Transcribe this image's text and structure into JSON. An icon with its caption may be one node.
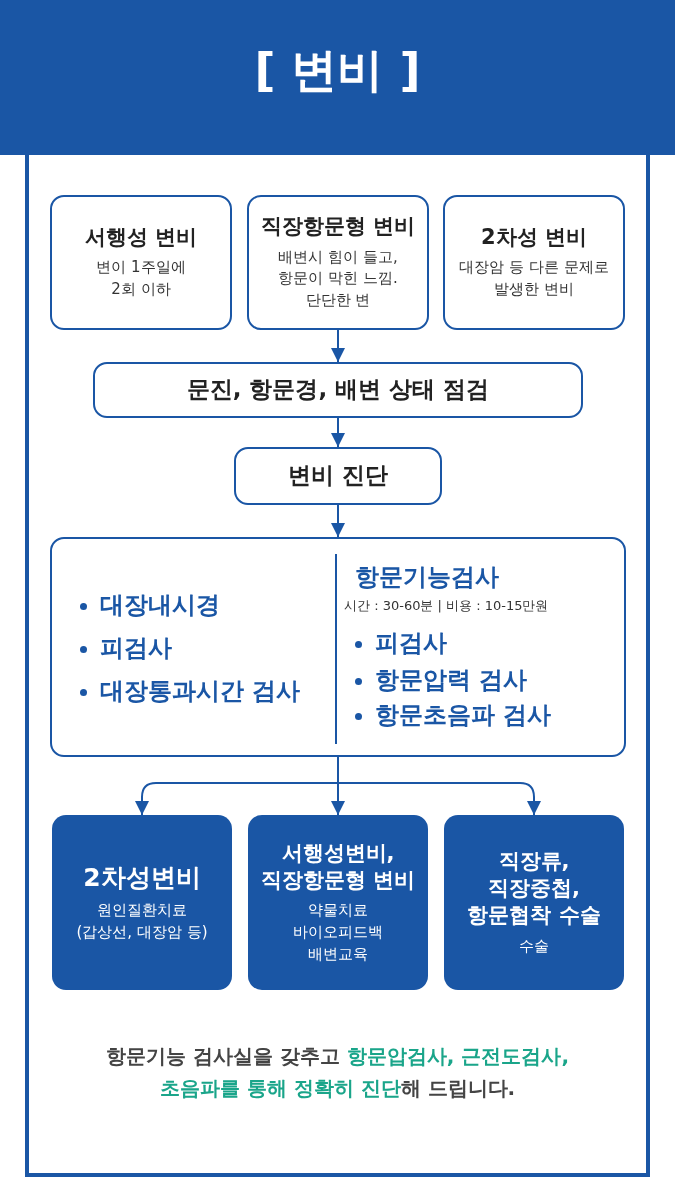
{
  "diagram": {
    "title": "[ 변비 ]",
    "nodes": [
      {
        "text": [
          "서행성 변비",
          "변이 1주일에 2회 이하"
        ]
      },
      {
        "text": [
          "직장항문형 변비",
          "배변시 힘이 들고, 항문이 막힌 느낌. 단단한 변"
        ]
      },
      {
        "text": [
          "2차성 변비",
          "대장암 등 다른 문제로 발생한 변비"
        ]
      },
      {
        "text": [
          "문진, 항문경, 배변 상태 점검"
        ]
      },
      {
        "text": [
          "변비 진단"
        ]
      },
      {
        "text": [
          "대장내시경",
          "피검사",
          "대장통과시간 검사",
          "항문기능검사",
          "시간 : 30-60분 | 비용 : 10-15만원",
          "피검사",
          "항문압력 검사",
          "항문초음파 검사"
        ]
      },
      {
        "text": [
          "2차성변비",
          "원인질환치료 (갑상선, 대장암 등)"
        ]
      },
      {
        "text": [
          "서행성변비, 직장항문형 변비",
          "약물치료",
          "바이오피드백",
          "배변교육"
        ]
      },
      {
        "text": [
          "직장류, 직장중첩, 항문협착 수술",
          "수술"
        ]
      }
    ],
    "edges": [
      {
        "from": 1,
        "to": 3,
        "arrow": "to"
      },
      {
        "from": 3,
        "to": 4,
        "arrow": "to"
      },
      {
        "from": 4,
        "to": 5,
        "arrow": "to"
      },
      {
        "from": 5,
        "to": 6,
        "arrow": "to"
      },
      {
        "from": 5,
        "to": 7,
        "arrow": "to"
      },
      {
        "from": 5,
        "to": 8,
        "arrow": "to"
      }
    ],
    "labels": [
      "항문기능 검사실을 갖추고 **항문압검사, 근전도검사, 초음파를 통해 정확히 진단**해 드립니다."
    ]
  }
}
